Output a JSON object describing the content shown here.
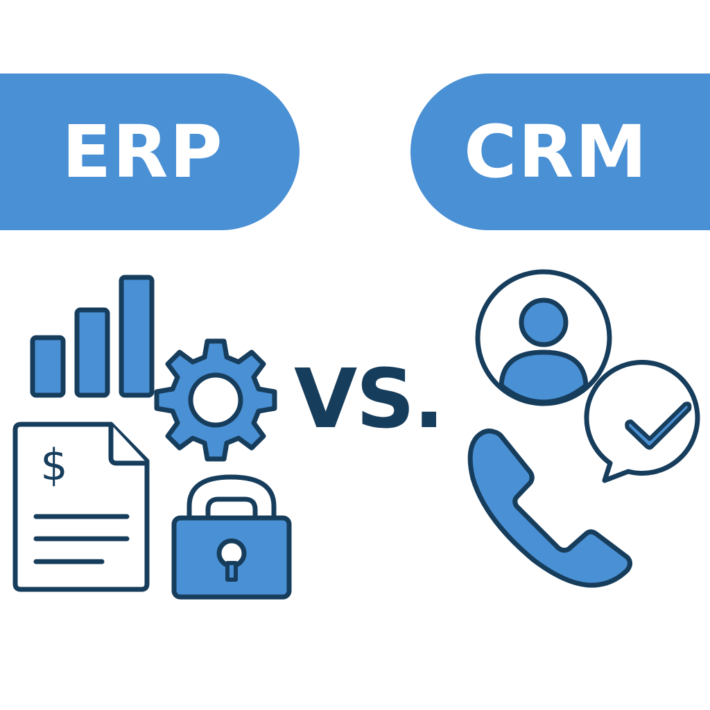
{
  "left": {
    "label": "ERP",
    "icons": [
      "bar-chart-icon",
      "gear-icon",
      "invoice-document-icon",
      "padlock-icon"
    ],
    "invoice_symbol": "$"
  },
  "separator": {
    "label": "VS."
  },
  "right": {
    "label": "CRM",
    "icons": [
      "user-profile-icon",
      "chat-check-icon",
      "phone-icon"
    ]
  },
  "colors": {
    "accent": "#4a90d4",
    "outline": "#173d5c",
    "background": "#ffffff"
  }
}
